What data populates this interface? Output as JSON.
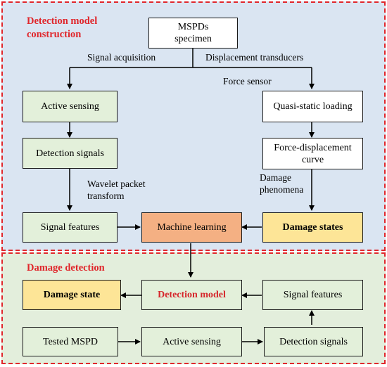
{
  "sections": {
    "construction": "Detection model\nconstruction",
    "detection": "Damage detection"
  },
  "boxes": {
    "mspds_specimen": "MSPDs\nspecimen",
    "active_sensing_top": "Active sensing",
    "detection_signals_top": "Detection signals",
    "signal_features_top": "Signal features",
    "machine_learning": "Machine learning",
    "damage_states": "Damage states",
    "quasi_static_loading": "Quasi-static loading",
    "force_displacement_curve": "Force-displacement\ncurve",
    "damage_state": "Damage state",
    "detection_model": "Detection model",
    "signal_features_bot": "Signal features",
    "tested_mspd": "Tested MSPD",
    "active_sensing_bot": "Active sensing",
    "detection_signals_bot": "Detection signals"
  },
  "labels": {
    "signal_acquisition": "Signal acquisition",
    "displacement_transducers": "Displacement transducers",
    "force_sensor": "Force sensor",
    "wavelet_packet_transform": "Wavelet packet\ntransform",
    "damage_phenomena": "Damage\nphenomena"
  },
  "colors": {
    "dashed_border": "#e0262b",
    "top_background": "#dae5f2",
    "bottom_background": "#e3eedc",
    "box_green": "#e3f0da",
    "box_yellow": "#fde597",
    "box_orange": "#f4b083"
  }
}
